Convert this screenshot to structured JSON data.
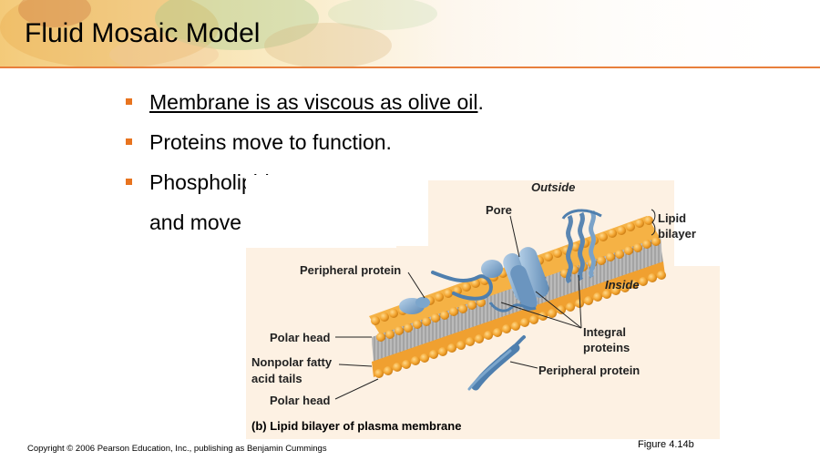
{
  "slide": {
    "title": "Fluid Mosaic Model",
    "bullets": [
      {
        "text": "Membrane is as viscous as olive oil",
        "suffix": "."
      },
      {
        "text": "Proteins move to function."
      },
      {
        "text": "Phospholipids rotate"
      },
      {
        "text": "and move laterally."
      }
    ]
  },
  "figure": {
    "labels": {
      "outside": "Outside",
      "inside": "Inside",
      "pore": "Pore",
      "lipid_bilayer": [
        "Lipid",
        "bilayer"
      ],
      "peripheral_protein_top": "Peripheral protein",
      "polar_head_top": "Polar head",
      "nonpolar_tails": [
        "Nonpolar fatty",
        "acid tails"
      ],
      "polar_head_bottom": "Polar head",
      "integral_proteins": [
        "Integral",
        "proteins"
      ],
      "peripheral_protein_bottom": "Peripheral protein"
    },
    "caption_letter": "(b)",
    "caption_text": "Lipid bilayer of plasma membrane",
    "number": "Figure 4.14b"
  },
  "footer": {
    "copyright": "Copyright © 2006 Pearson Education, Inc., publishing as Benjamin Cummings"
  }
}
